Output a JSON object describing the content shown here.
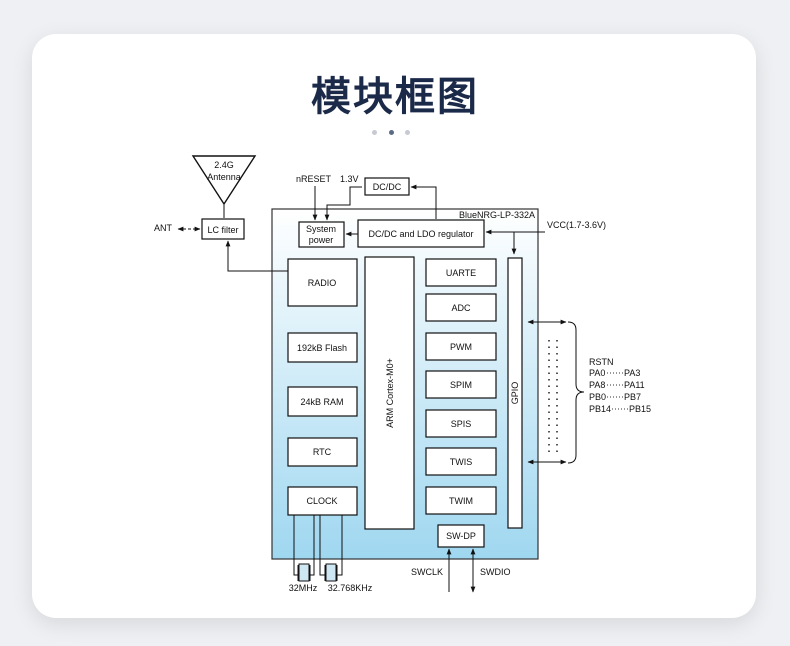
{
  "title": "模块框图",
  "carousel": {
    "count": 3,
    "active_index": 1
  },
  "diagram": {
    "antenna_label_1": "2.4G",
    "antenna_label_2": "Antenna",
    "ant": "ANT",
    "lc_filter": "LC filter",
    "nreset": "nRESET",
    "v13": "1.3V",
    "dcdc": "DC/DC",
    "system_power_1": "System",
    "system_power_2": "power",
    "chip_name": "BlueNRG-LP-332A",
    "dcdc_ldo": "DC/DC and LDO regulator",
    "vcc": "VCC(1.7-3.6V)",
    "radio": "RADIO",
    "flash": "192kB Flash",
    "ram": "24kB RAM",
    "rtc": "RTC",
    "clock": "CLOCK",
    "cpu": "ARM  Cortex-M0+",
    "peripherals": [
      "UARTE",
      "ADC",
      "PWM",
      "SPIM",
      "SPIS",
      "TWIS",
      "TWIM"
    ],
    "gpio": "GPIO",
    "sw_dp": "SW-DP",
    "swclk": "SWCLK",
    "swdio": "SWDIO",
    "xtal1": "32MHz",
    "xtal2": "32.768KHz",
    "pins": [
      {
        "from": "RSTN",
        "to": ""
      },
      {
        "from": "PA0",
        "to": "PA3"
      },
      {
        "from": "PA8",
        "to": "PA11"
      },
      {
        "from": "PB0",
        "to": "PB7"
      },
      {
        "from": "PB14",
        "to": "PB15"
      }
    ]
  }
}
